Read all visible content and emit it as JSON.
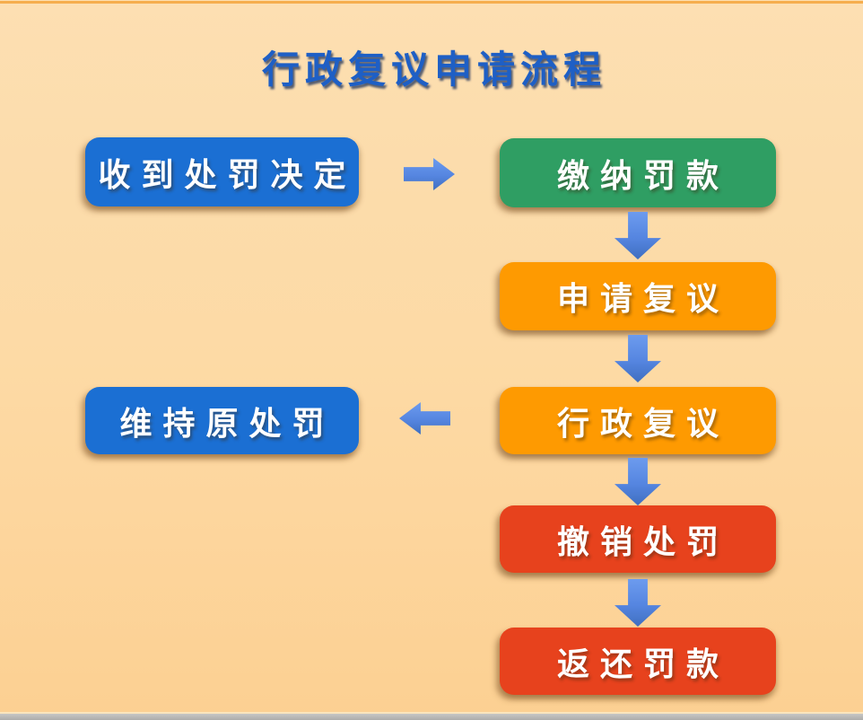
{
  "title": "行政复议申请流程",
  "title_color": "#1e5fc5",
  "background": {
    "top": "#fddfb2",
    "bottom": "#fcd092",
    "top_line": "#f6ae4e",
    "bottom_bar": "#b0b0ae"
  },
  "arrow_color": "#5585e0",
  "nodes": {
    "receive": {
      "label": "收到处罚决定",
      "color": "#1b6fd3"
    },
    "pay": {
      "label": "缴纳罚款",
      "color": "#2f9e63"
    },
    "apply": {
      "label": "申请复议",
      "color": "#fe9a01"
    },
    "review": {
      "label": "行政复议",
      "color": "#fe9a01"
    },
    "maintain": {
      "label": "维持原处罚",
      "color": "#1b6fd3"
    },
    "revoke": {
      "label": "撤销处罚",
      "color": "#e7421d"
    },
    "refund": {
      "label": "返还罚款",
      "color": "#e7421d"
    }
  },
  "arrows": [
    {
      "from": "receive",
      "to": "pay",
      "direction": "right"
    },
    {
      "from": "pay",
      "to": "apply",
      "direction": "down"
    },
    {
      "from": "apply",
      "to": "review",
      "direction": "down"
    },
    {
      "from": "review",
      "to": "maintain",
      "direction": "left"
    },
    {
      "from": "review",
      "to": "revoke",
      "direction": "down"
    },
    {
      "from": "revoke",
      "to": "refund",
      "direction": "down"
    }
  ]
}
